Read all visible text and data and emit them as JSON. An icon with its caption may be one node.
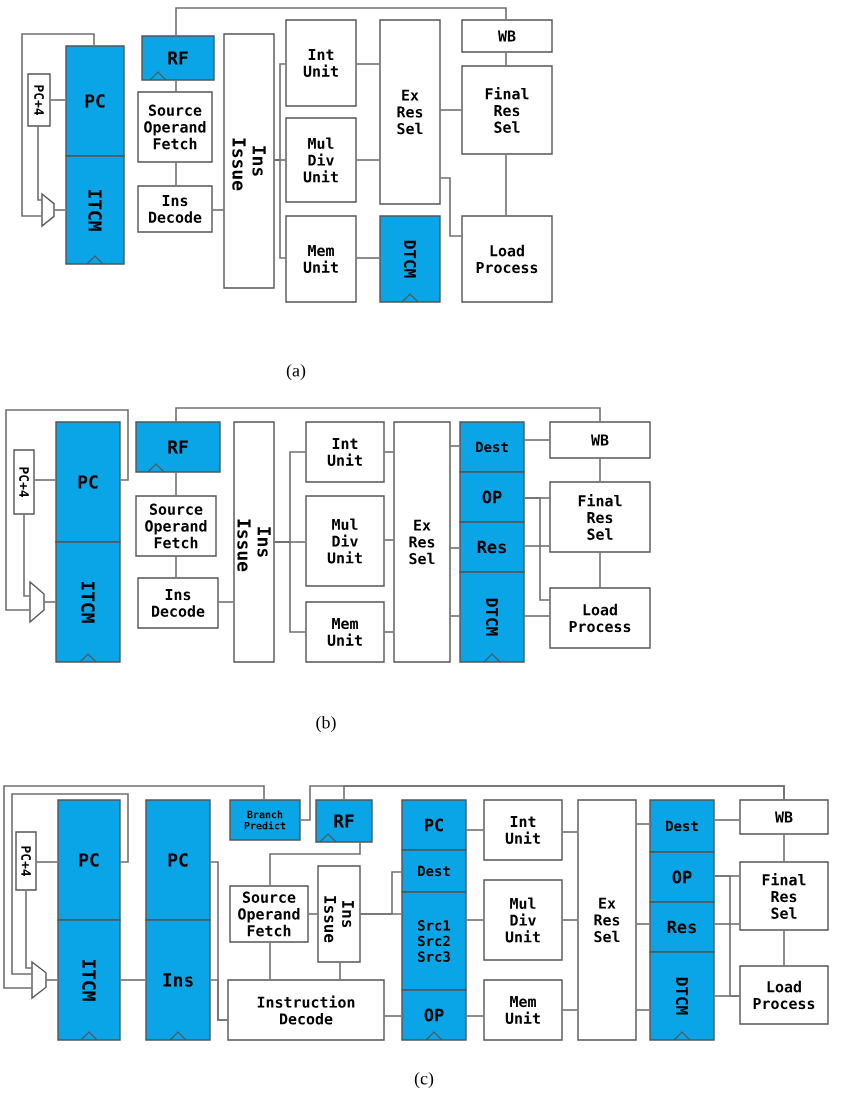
{
  "diagram": {
    "nodes": [
      {
        "text": [
          "PC+4"
        ]
      },
      {
        "text": [],
        "shape": "trapezoid"
      },
      {
        "text": [
          "PC"
        ]
      },
      {
        "text": [
          "ITCM"
        ]
      },
      {
        "text": [
          "RF"
        ]
      },
      {
        "text": [
          "Source Operand Fetch"
        ]
      },
      {
        "text": [
          "Ins Decode"
        ]
      },
      {
        "text": [
          "Ins Issue"
        ]
      },
      {
        "text": [
          "Int Unit"
        ]
      },
      {
        "text": [
          "Mul Div Unit"
        ]
      },
      {
        "text": [
          "Mem Unit"
        ]
      },
      {
        "text": [
          "Ex Res Sel"
        ]
      },
      {
        "text": [
          "DTCM"
        ]
      },
      {
        "text": [
          "WB"
        ]
      },
      {
        "text": [
          "Final Res Sel"
        ]
      },
      {
        "text": [
          "Load Process"
        ]
      },
      {
        "text": [
          "PC+4"
        ]
      },
      {
        "text": [],
        "shape": "trapezoid"
      },
      {
        "text": [
          "PC"
        ]
      },
      {
        "text": [
          "ITCM"
        ]
      },
      {
        "text": [
          "RF"
        ]
      },
      {
        "text": [
          "Source Operand Fetch"
        ]
      },
      {
        "text": [
          "Ins Decode"
        ]
      },
      {
        "text": [
          "Ins Issue"
        ]
      },
      {
        "text": [
          "Int Unit"
        ]
      },
      {
        "text": [
          "Mul Div Unit"
        ]
      },
      {
        "text": [
          "Mem Unit"
        ]
      },
      {
        "text": [
          "Ex Res Sel"
        ]
      },
      {
        "text": [
          "Dest"
        ]
      },
      {
        "text": [
          "OP"
        ]
      },
      {
        "text": [
          "Res"
        ]
      },
      {
        "text": [
          "DTCM"
        ]
      },
      {
        "text": [
          "WB"
        ]
      },
      {
        "text": [
          "Final Res Sel"
        ]
      },
      {
        "text": [
          "Load Process"
        ]
      },
      {
        "text": [
          "PC+4"
        ]
      },
      {
        "text": [],
        "shape": "trapezoid"
      },
      {
        "text": [
          "PC"
        ]
      },
      {
        "text": [
          "ITCM"
        ]
      },
      {
        "text": [
          "PC"
        ]
      },
      {
        "text": [
          "Ins"
        ]
      },
      {
        "text": [
          "Branch Predict"
        ]
      },
      {
        "text": [
          "RF"
        ]
      },
      {
        "text": [
          "Source Operand Fetch"
        ]
      },
      {
        "text": [
          "Ins Issue"
        ]
      },
      {
        "text": [
          "Instruction Decode"
        ]
      },
      {
        "text": [
          "PC"
        ]
      },
      {
        "text": [
          "Dest"
        ]
      },
      {
        "text": [
          "Src1 Src2 Src3"
        ]
      },
      {
        "text": [
          "OP"
        ]
      },
      {
        "text": [
          "Int Unit"
        ]
      },
      {
        "text": [
          "Mul Div Unit"
        ]
      },
      {
        "text": [
          "Mem Unit"
        ]
      },
      {
        "text": [
          "Ex Res Sel"
        ]
      },
      {
        "text": [
          "Dest"
        ]
      },
      {
        "text": [
          "OP"
        ]
      },
      {
        "text": [
          "Res"
        ]
      },
      {
        "text": [
          "DTCM"
        ]
      },
      {
        "text": [
          "WB"
        ]
      },
      {
        "text": [
          "Final Res Sel"
        ]
      },
      {
        "text": [
          "Load Process"
        ]
      }
    ],
    "edges": [
      {
        "from": 4,
        "to": 13,
        "arrow": "none"
      },
      {
        "from": 2,
        "to": 0,
        "arrow": "none"
      },
      {
        "from": 0,
        "to": 1,
        "arrow": "none"
      },
      {
        "from": 2,
        "to": 1,
        "arrow": "none"
      },
      {
        "from": 1,
        "to": 3,
        "arrow": "none"
      },
      {
        "from": 4,
        "to": 5,
        "arrow": "none"
      },
      {
        "from": 5,
        "to": 6,
        "arrow": "none"
      },
      {
        "from": 6,
        "to": 7,
        "arrow": "none"
      },
      {
        "from": 7,
        "to": 8,
        "arrow": "none"
      },
      {
        "from": 7,
        "to": 9,
        "arrow": "none"
      },
      {
        "from": 7,
        "to": 10,
        "arrow": "none"
      },
      {
        "from": 8,
        "to": 11,
        "arrow": "none"
      },
      {
        "from": 9,
        "to": 11,
        "arrow": "none"
      },
      {
        "from": 10,
        "to": 12,
        "arrow": "none"
      },
      {
        "from": 11,
        "to": 14,
        "arrow": "none"
      },
      {
        "from": 11,
        "to": 15,
        "arrow": "none"
      },
      {
        "from": 14,
        "to": 15,
        "arrow": "none"
      },
      {
        "from": 13,
        "to": 14,
        "arrow": "none"
      },
      {
        "from": 20,
        "to": 32,
        "arrow": "none"
      },
      {
        "from": 18,
        "to": 16,
        "arrow": "none"
      },
      {
        "from": 16,
        "to": 17,
        "arrow": "none"
      },
      {
        "from": 18,
        "to": 17,
        "arrow": "none"
      },
      {
        "from": 17,
        "to": 19,
        "arrow": "none"
      },
      {
        "from": 20,
        "to": 21,
        "arrow": "none"
      },
      {
        "from": 21,
        "to": 22,
        "arrow": "none"
      },
      {
        "from": 22,
        "to": 23,
        "arrow": "none"
      },
      {
        "from": 23,
        "to": 24,
        "arrow": "none"
      },
      {
        "from": 23,
        "to": 25,
        "arrow": "none"
      },
      {
        "from": 23,
        "to": 26,
        "arrow": "none"
      },
      {
        "from": 24,
        "to": 27,
        "arrow": "none"
      },
      {
        "from": 25,
        "to": 27,
        "arrow": "none"
      },
      {
        "from": 26,
        "to": 27,
        "arrow": "none"
      },
      {
        "from": 27,
        "to": 28,
        "arrow": "none"
      },
      {
        "from": 27,
        "to": 30,
        "arrow": "none"
      },
      {
        "from": 27,
        "to": 31,
        "arrow": "none"
      },
      {
        "from": 28,
        "to": 32,
        "arrow": "none"
      },
      {
        "from": 29,
        "to": 33,
        "arrow": "none"
      },
      {
        "from": 29,
        "to": 34,
        "arrow": "none"
      },
      {
        "from": 30,
        "to": 33,
        "arrow": "none"
      },
      {
        "from": 31,
        "to": 34,
        "arrow": "none"
      },
      {
        "from": 33,
        "to": 34,
        "arrow": "none"
      },
      {
        "from": 32,
        "to": 33,
        "arrow": "none"
      },
      {
        "from": 41,
        "to": 36,
        "arrow": "none"
      },
      {
        "from": 37,
        "to": 36,
        "arrow": "none"
      },
      {
        "from": 37,
        "to": 35,
        "arrow": "none"
      },
      {
        "from": 35,
        "to": 36,
        "arrow": "none"
      },
      {
        "from": 36,
        "to": 38,
        "arrow": "none"
      },
      {
        "from": 38,
        "to": 40,
        "arrow": "none"
      },
      {
        "from": 39,
        "to": 45,
        "arrow": "none"
      },
      {
        "from": 40,
        "to": 45,
        "arrow": "none"
      },
      {
        "from": 41,
        "to": 58,
        "arrow": "none"
      },
      {
        "from": 42,
        "to": 58,
        "arrow": "none"
      },
      {
        "from": 42,
        "to": 43,
        "arrow": "none"
      },
      {
        "from": 43,
        "to": 44,
        "arrow": "none"
      },
      {
        "from": 43,
        "to": 45,
        "arrow": "none"
      },
      {
        "from": 44,
        "to": 45,
        "arrow": "none"
      },
      {
        "from": 44,
        "to": 47,
        "arrow": "none"
      },
      {
        "from": 44,
        "to": 48,
        "arrow": "none"
      },
      {
        "from": 45,
        "to": 49,
        "arrow": "none"
      },
      {
        "from": 46,
        "to": 50,
        "arrow": "none"
      },
      {
        "from": 48,
        "to": 51,
        "arrow": "none"
      },
      {
        "from": 49,
        "to": 52,
        "arrow": "none"
      },
      {
        "from": 50,
        "to": 53,
        "arrow": "none"
      },
      {
        "from": 51,
        "to": 53,
        "arrow": "none"
      },
      {
        "from": 52,
        "to": 53,
        "arrow": "none"
      },
      {
        "from": 53,
        "to": 54,
        "arrow": "none"
      },
      {
        "from": 53,
        "to": 56,
        "arrow": "none"
      },
      {
        "from": 53,
        "to": 57,
        "arrow": "none"
      },
      {
        "from": 54,
        "to": 58,
        "arrow": "none"
      },
      {
        "from": 55,
        "to": 59,
        "arrow": "none"
      },
      {
        "from": 55,
        "to": 60,
        "arrow": "none"
      },
      {
        "from": 56,
        "to": 59,
        "arrow": "none"
      },
      {
        "from": 57,
        "to": 60,
        "arrow": "none"
      },
      {
        "from": 59,
        "to": 60,
        "arrow": "none"
      },
      {
        "from": 58,
        "to": 59,
        "arrow": "none"
      }
    ],
    "labels": [
      "(a)",
      "(b)",
      "(c)"
    ]
  }
}
